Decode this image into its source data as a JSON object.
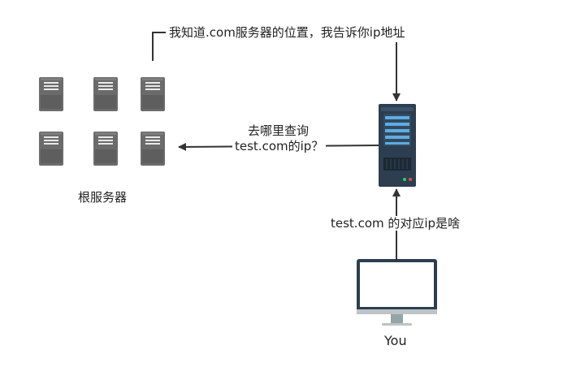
{
  "labels": {
    "top_answer": "我知道.com服务器的位置，我告诉你ip地址",
    "query_line1": "去哪里查询",
    "query_line2": "test.com的ip？",
    "root_servers": "根服务器",
    "user_question": "test.com 的对应ip是啥",
    "user": "You"
  }
}
